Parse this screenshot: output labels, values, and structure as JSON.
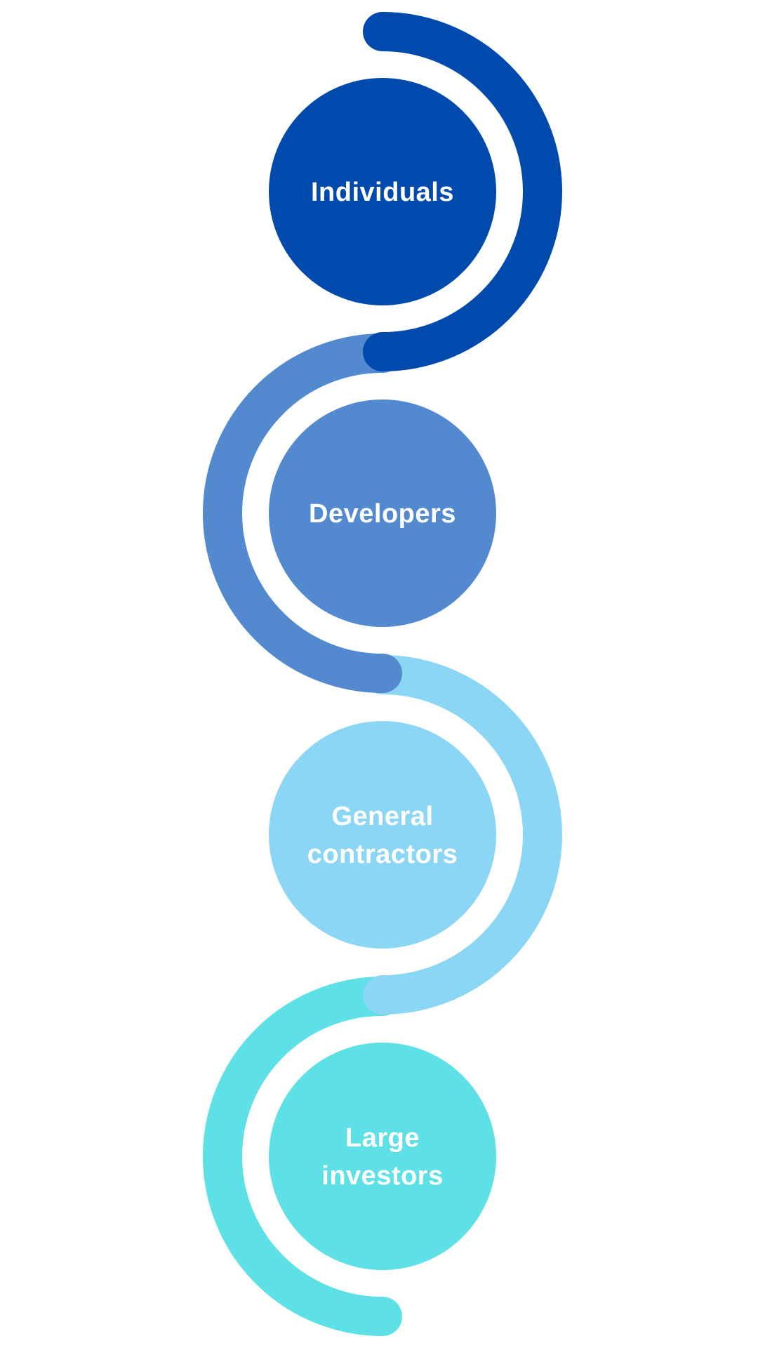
{
  "diagram": {
    "stages": [
      {
        "lines": [
          "Individuals"
        ],
        "color": "#004AAD"
      },
      {
        "lines": [
          "Developers"
        ],
        "color": "#5289CF"
      },
      {
        "lines": [
          "General",
          "contractors"
        ],
        "color": "#8BD6F4"
      },
      {
        "lines": [
          "Large",
          "investors"
        ],
        "color": "#5DE1E6"
      }
    ]
  }
}
